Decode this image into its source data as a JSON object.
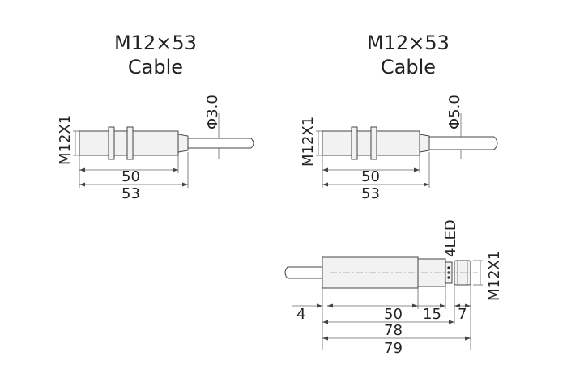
{
  "diagrams": [
    {
      "title_size": "M12×53",
      "title_type": "Cable",
      "thread_label": "M12X1",
      "cable_label": "Φ3.0",
      "dim_a": "50",
      "dim_b": "53"
    },
    {
      "title_size": "M12×53",
      "title_type": "Cable",
      "thread_label": "M12X1",
      "cable_label": "Φ5.0",
      "dim_a": "50",
      "dim_b": "53"
    },
    {
      "thread_label": "M12X1",
      "led_label": "4LED",
      "dim_4": "4",
      "dim_50": "50",
      "dim_15": "15",
      "dim_7": "7",
      "dim_78": "78",
      "dim_79": "79"
    }
  ],
  "colors": {
    "line": "#444444",
    "fill": "#f2f2f2",
    "text": "#222222"
  }
}
